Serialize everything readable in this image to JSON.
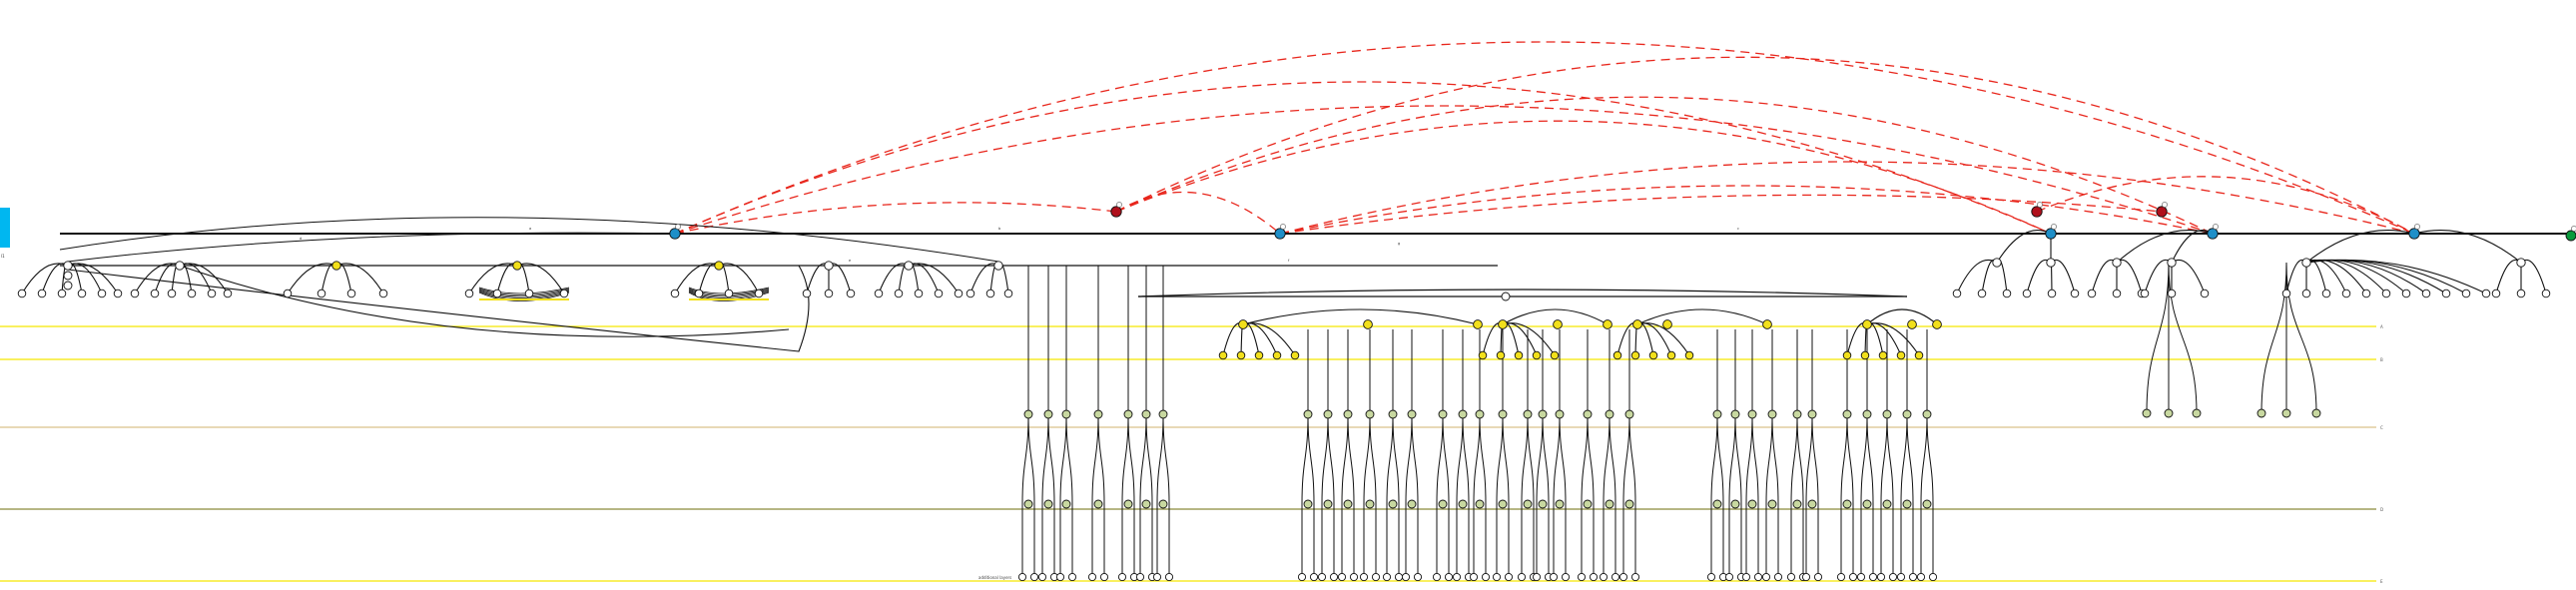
{
  "colors": {
    "background": "#ffffff",
    "main_edge": "#111111",
    "dashed_link": "#e8261c",
    "hub_blue": "#1f8fc8",
    "hub_red": "#b0101c",
    "end_green": "#0a9a3c",
    "band_yellow": "#f5e600",
    "band_olive": "#8a8a3a",
    "band_tan": "#d9c28a",
    "node_yellow": "#f2e01b",
    "node_green": "#c8d8a0",
    "node_white": "#ffffff",
    "side_tab": "#00b7f0"
  },
  "icons": {
    "side_tab": "panel-tab-icon",
    "node": "circle-node-icon"
  },
  "side_label": "l1",
  "bands": [
    {
      "name": "band-yellow-1",
      "color": "band_yellow",
      "label": "A"
    },
    {
      "name": "band-yellow-2",
      "color": "band_yellow",
      "label": "B"
    },
    {
      "name": "band-tan-1",
      "color": "band_tan",
      "label": "C"
    },
    {
      "name": "band-olive-1",
      "color": "band_olive",
      "label": "D"
    },
    {
      "name": "band-yellow-3",
      "color": "band_yellow",
      "label": "E"
    }
  ],
  "footer_note": "additional layers",
  "edge_labels": [
    "a",
    "b",
    "c",
    "d",
    "e",
    "f",
    "g"
  ]
}
